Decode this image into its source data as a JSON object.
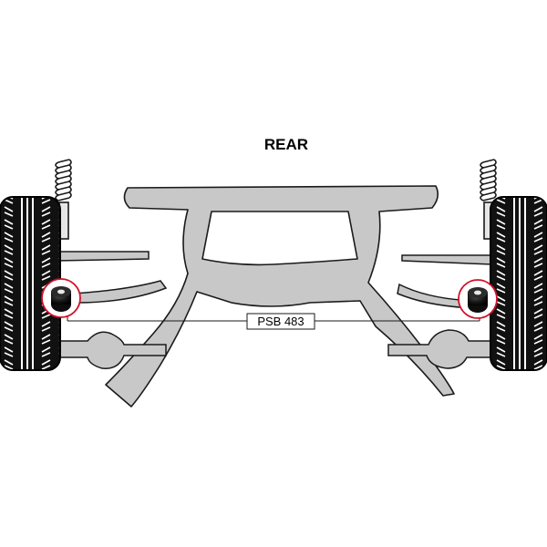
{
  "diagram": {
    "title": "REAR",
    "part_number": "PSB 483",
    "colors": {
      "frame": "#c8c8c8",
      "outline": "#1a1a1a",
      "tyre": "#111111",
      "highlight_ring": "#d0102a",
      "bush": "#151515"
    },
    "highlighted_parts": [
      {
        "side": "left",
        "icon": "bush-icon"
      },
      {
        "side": "right",
        "icon": "bush-icon"
      }
    ]
  }
}
